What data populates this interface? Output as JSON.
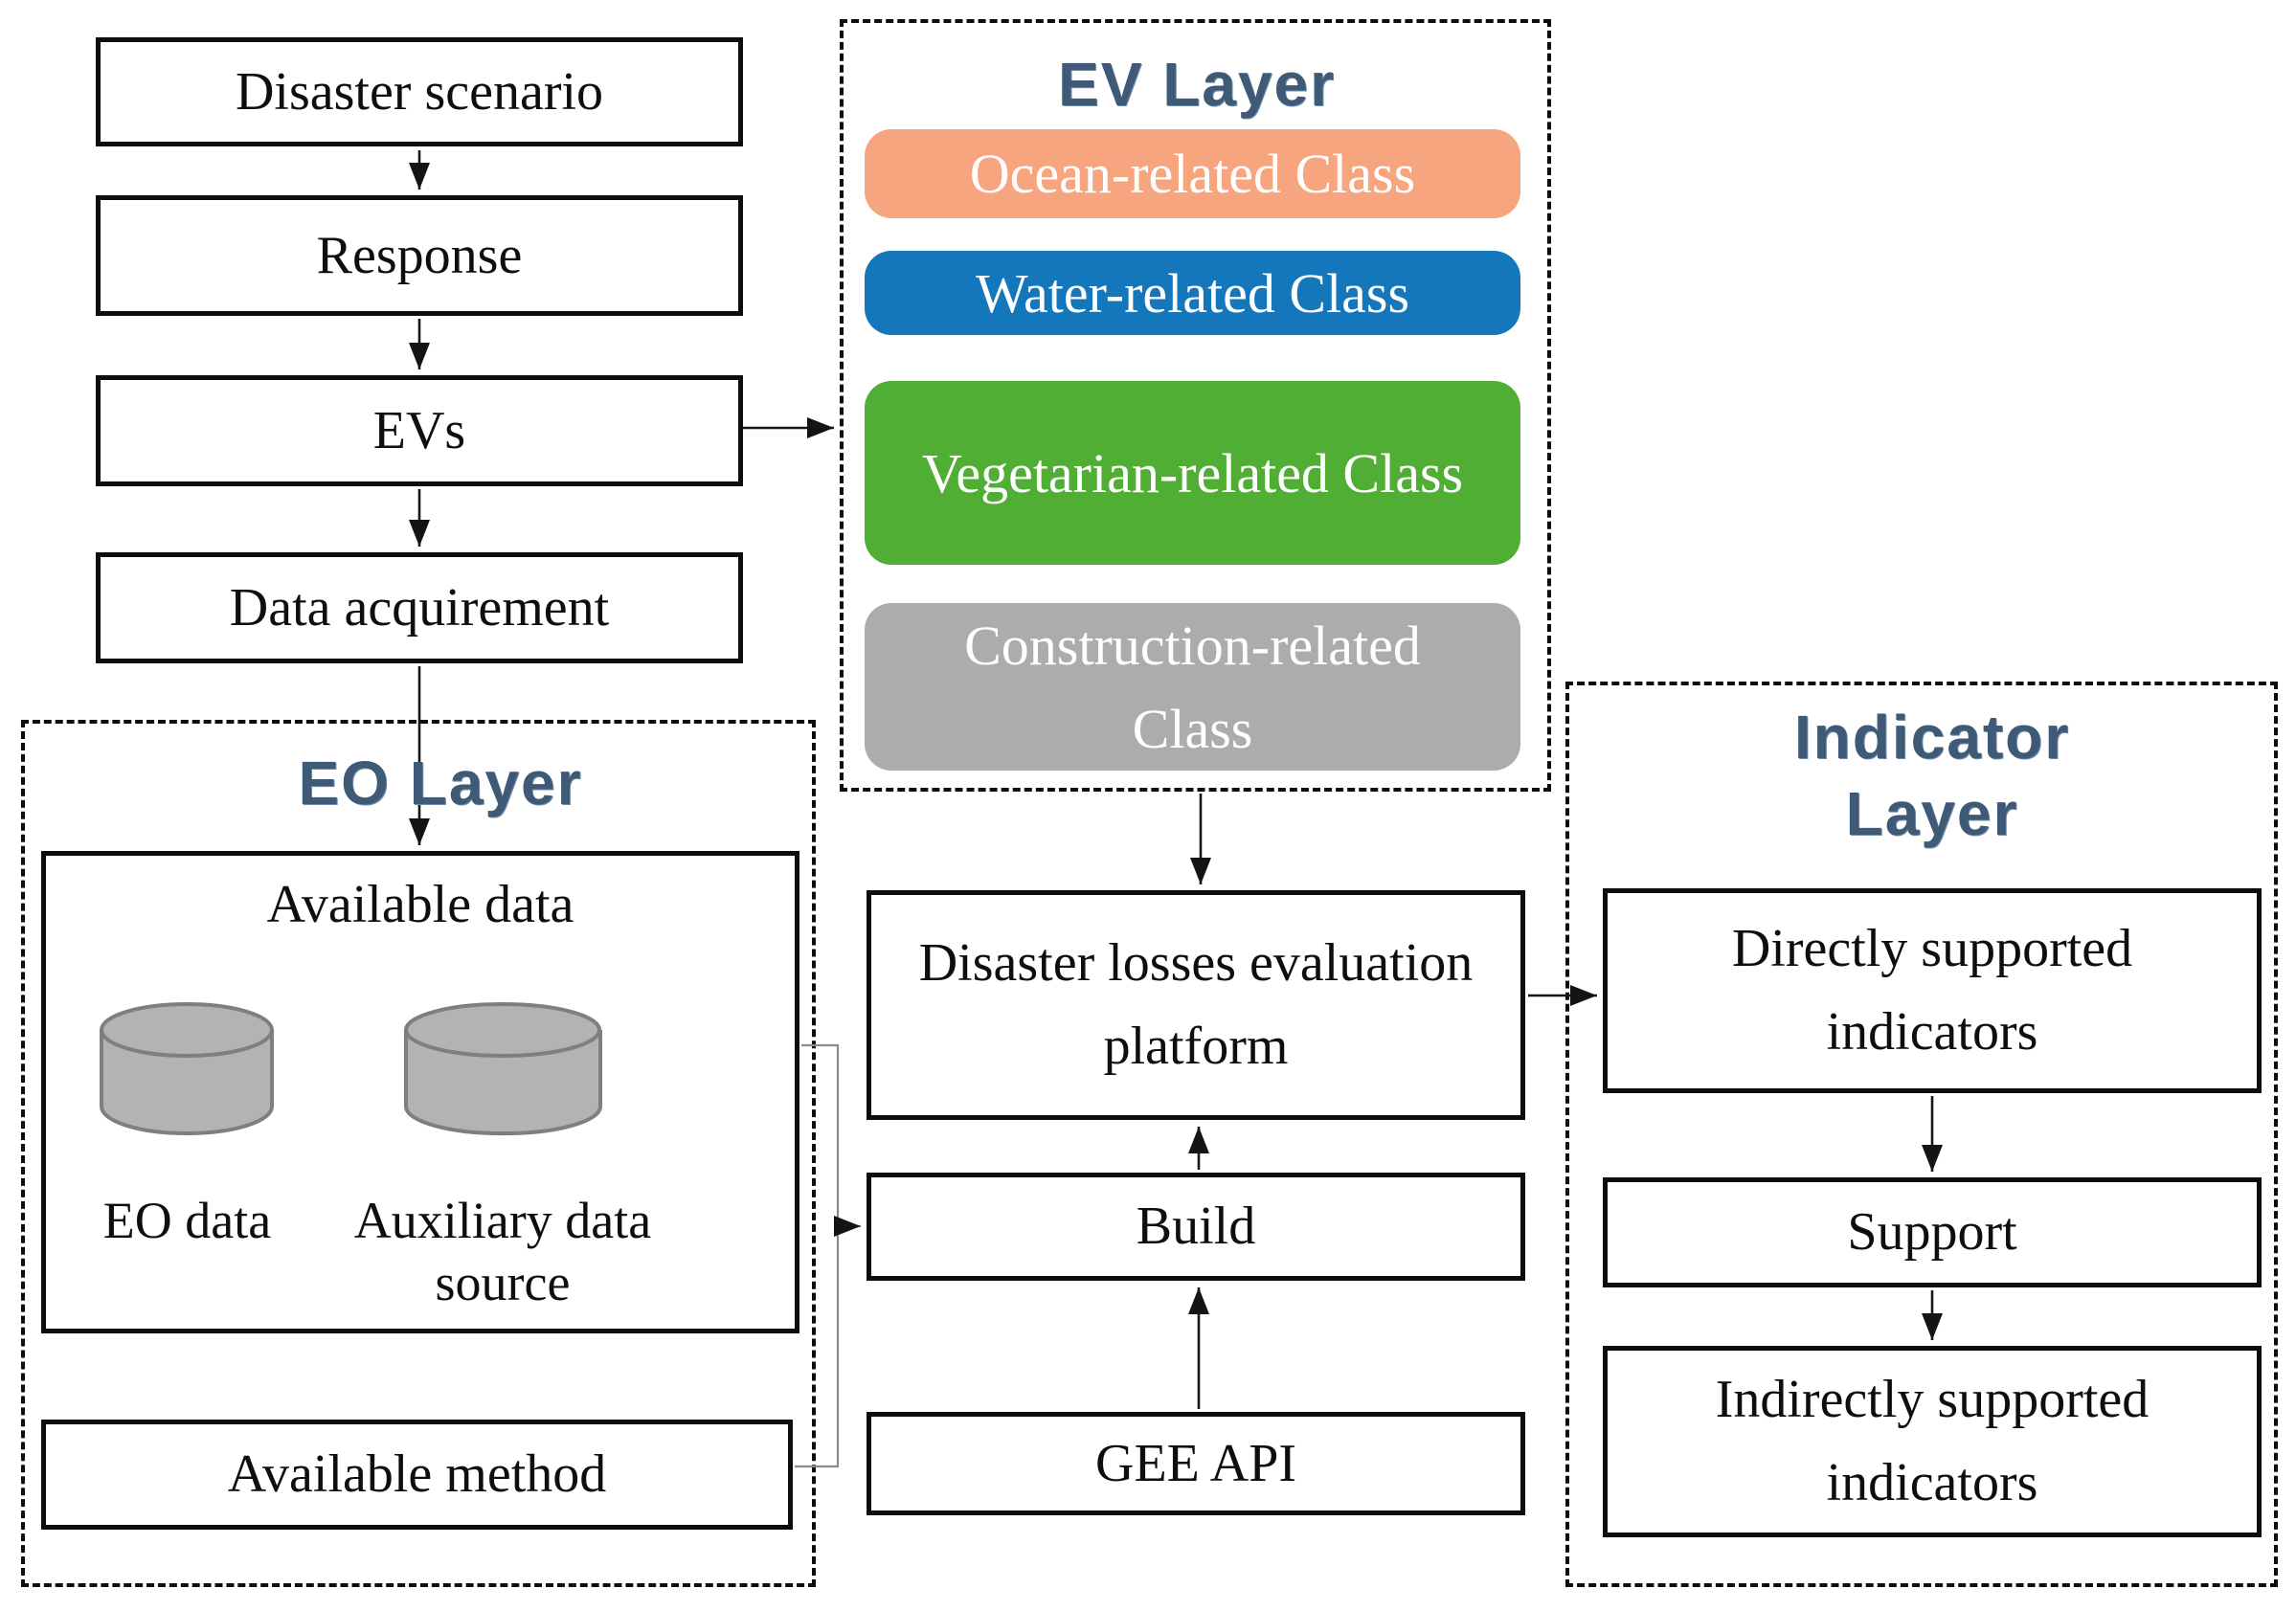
{
  "colors": {
    "ocean_class": "#F6A57E",
    "water_class": "#1476BB",
    "vegetation_class": "#4FAE33",
    "construction_class": "#ACACAC",
    "layer_title_text": "#3E5A76",
    "database_icon_fill": "#B3B3B3",
    "box_border": "#0d0d0d",
    "connector_gray": "#8a8a8a"
  },
  "flow": {
    "disaster_scenario": "Disaster scenario",
    "response": "Response",
    "evs": "EVs",
    "data_acquirement": "Data acquirement"
  },
  "eo_layer": {
    "title": "EO Layer",
    "available_data": "Available data",
    "eo_data": "EO data",
    "auxiliary_data_source": "Auxiliary data source",
    "available_method": "Available method",
    "icons": [
      "database-cylinder-icon",
      "database-cylinder-icon"
    ]
  },
  "ev_layer": {
    "title": "EV Layer",
    "classes": [
      {
        "label": "Ocean-related Class"
      },
      {
        "label": "Water-related Class"
      },
      {
        "label": "Vegetarian-related Class"
      },
      {
        "label": "Construction-related Class"
      }
    ]
  },
  "platform": {
    "evaluation_platform": "Disaster losses evaluation platform",
    "build": "Build",
    "gee_api": "GEE API"
  },
  "indicator_layer": {
    "title": "Indicator Layer",
    "directly_supported": "Directly supported indicators",
    "support": "Support",
    "indirectly_supported": "Indirectly supported indicators"
  }
}
